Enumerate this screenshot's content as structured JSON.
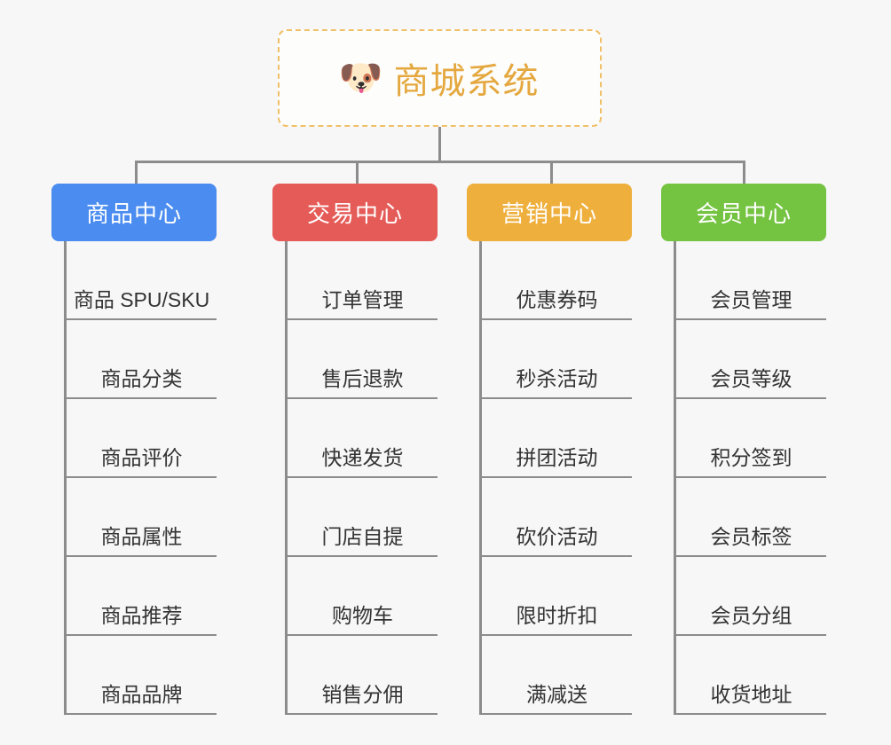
{
  "root": {
    "icon": "shiba-dog-face-emoji",
    "icon_glyph": "🐶",
    "title": "商城系统",
    "title_color": "#e4a83f",
    "border_color": "#f0c068"
  },
  "colors": {
    "product_center": "#4a8cf0",
    "trade_center": "#e55b57",
    "marketing_center": "#eeaf3c",
    "member_center": "#74c341",
    "connector": "#8c8c8c",
    "background": "#f7f7f7",
    "leaf_text": "#333333"
  },
  "columns": [
    {
      "header": "商品中心",
      "items": [
        "商品 SPU/SKU",
        "商品分类",
        "商品评价",
        "商品属性",
        "商品推荐",
        "商品品牌"
      ]
    },
    {
      "header": "交易中心",
      "items": [
        "订单管理",
        "售后退款",
        "快递发货",
        "门店自提",
        "购物车",
        "销售分佣"
      ]
    },
    {
      "header": "营销中心",
      "items": [
        "优惠券码",
        "秒杀活动",
        "拼团活动",
        "砍价活动",
        "限时折扣",
        "满减送"
      ]
    },
    {
      "header": "会员中心",
      "items": [
        "会员管理",
        "会员等级",
        "积分签到",
        "会员标签",
        "会员分组",
        "收货地址"
      ]
    }
  ]
}
